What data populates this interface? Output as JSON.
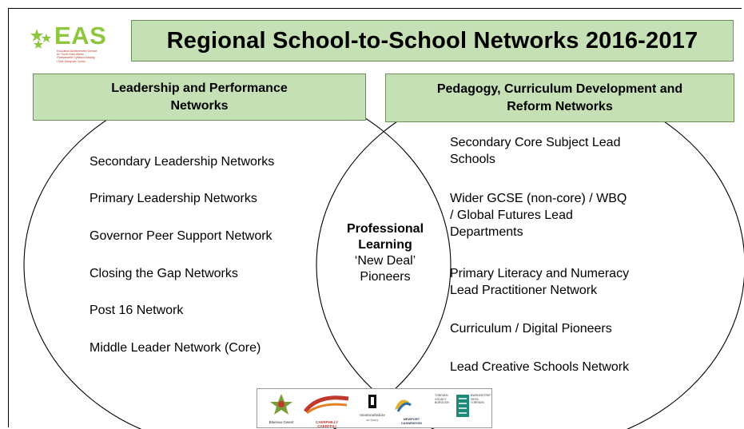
{
  "logo": {
    "wordmark": "EAS",
    "tagline_lines": [
      "Education Achievement Service",
      "for South East Wales",
      "Gwasanaeth Cyflawni Addysg",
      "i Dde-Ddwyrain Cymru"
    ]
  },
  "title": "Regional School-to-School Networks 2016-2017",
  "left_set": {
    "heading_lines": [
      "Leadership and Performance",
      "Networks"
    ],
    "items": [
      "Secondary Leadership Networks",
      "Primary Leadership Networks",
      "Governor Peer Support Network",
      "Closing the Gap Networks",
      "Post 16 Network",
      "Middle Leader Network (Core)"
    ]
  },
  "right_set": {
    "heading_lines": [
      "Pedagogy, Curriculum Development and",
      "Reform Networks"
    ],
    "items": [
      [
        "Secondary Core Subject Lead",
        "Schools"
      ],
      [
        "Wider GCSE (non-core) / WBQ",
        "/ Global Futures Lead",
        "Departments"
      ],
      [
        "Primary Literacy and Numeracy",
        "Lead Practitioner Network"
      ],
      [
        "Curriculum / Digital Pioneers"
      ],
      [
        "Lead Creative Schools Network"
      ]
    ]
  },
  "intersection": {
    "bold_lines": [
      "Professional",
      "Learning"
    ],
    "lines": [
      "‘New Deal’",
      "Pioneers"
    ]
  },
  "partners": {
    "blaenau": "Blaenau Gwent",
    "caerphilly_top": "CAERPHILLY",
    "caerphilly_bottom": "CAERFFILI",
    "monmouthshire": "monmouthshire",
    "monmouthshire_welsh": "sir fynwy",
    "newport_top": "NEWPORT",
    "newport_bottom": "CASNEWYDD",
    "torfaen_left": "TORFAEN COUNTY BOROUGH",
    "torfaen_right": "BWRDEISTREF SIROL TORFAEN"
  },
  "colors": {
    "heading_fill": "#c5e0b4",
    "heading_border": "#6d8f5a",
    "logo_green": "#8ec63f",
    "logo_red": "#c0392b",
    "outline": "#000000"
  }
}
